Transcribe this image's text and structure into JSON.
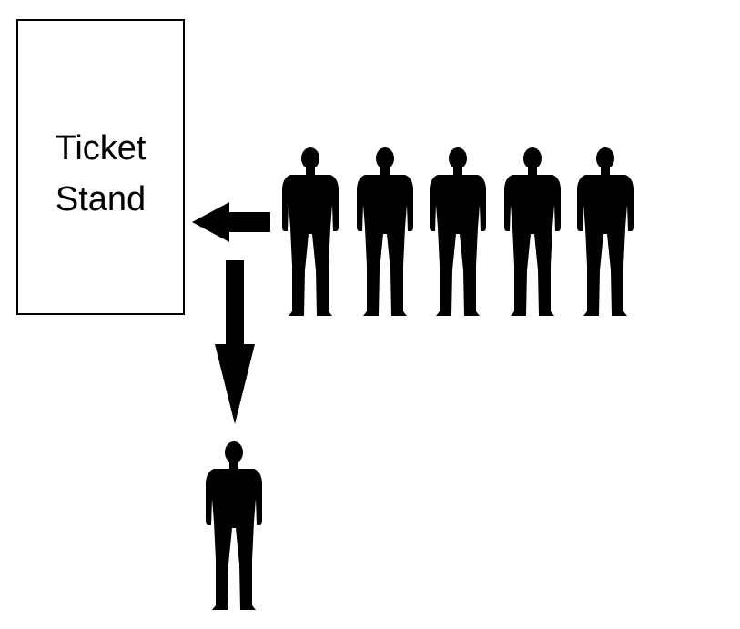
{
  "ticket_stand": {
    "line1": "Ticket",
    "line2": "Stand"
  },
  "queue": {
    "people_in_line": 5,
    "people_served": 1
  },
  "arrows": [
    {
      "name": "arrow-into-stand",
      "direction": "left"
    },
    {
      "name": "arrow-out-of-stand",
      "direction": "down"
    }
  ],
  "colors": {
    "ink": "#000000",
    "background": "#ffffff"
  }
}
